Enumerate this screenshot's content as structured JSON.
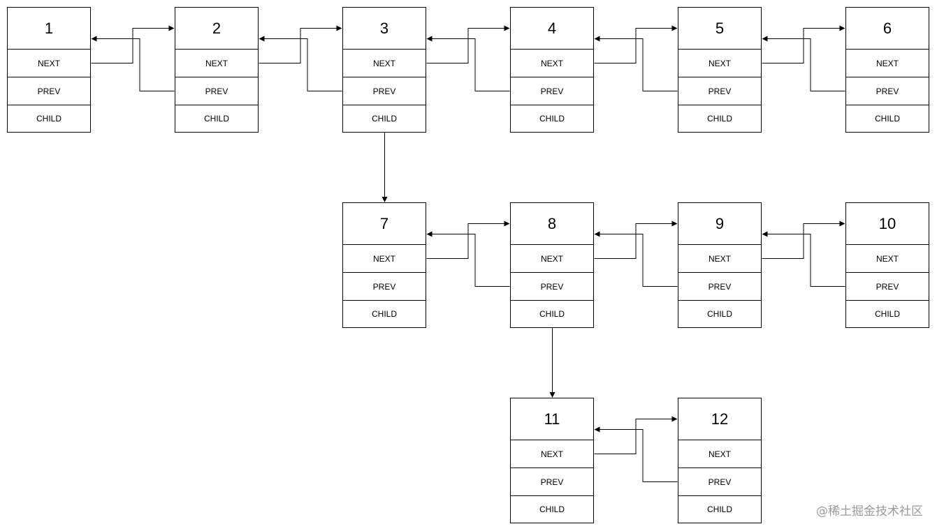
{
  "nodes": [
    {
      "id": "1",
      "fields": [
        "NEXT",
        "PREV",
        "CHILD"
      ]
    },
    {
      "id": "2",
      "fields": [
        "NEXT",
        "PREV",
        "CHILD"
      ]
    },
    {
      "id": "3",
      "fields": [
        "NEXT",
        "PREV",
        "CHILD"
      ]
    },
    {
      "id": "4",
      "fields": [
        "NEXT",
        "PREV",
        "CHILD"
      ]
    },
    {
      "id": "5",
      "fields": [
        "NEXT",
        "PREV",
        "CHILD"
      ]
    },
    {
      "id": "6",
      "fields": [
        "NEXT",
        "PREV",
        "CHILD"
      ]
    },
    {
      "id": "7",
      "fields": [
        "NEXT",
        "PREV",
        "CHILD"
      ]
    },
    {
      "id": "8",
      "fields": [
        "NEXT",
        "PREV",
        "CHILD"
      ]
    },
    {
      "id": "9",
      "fields": [
        "NEXT",
        "PREV",
        "CHILD"
      ]
    },
    {
      "id": "10",
      "fields": [
        "NEXT",
        "PREV",
        "CHILD"
      ]
    },
    {
      "id": "11",
      "fields": [
        "NEXT",
        "PREV",
        "CHILD"
      ]
    },
    {
      "id": "12",
      "fields": [
        "NEXT",
        "PREV",
        "CHILD"
      ]
    }
  ],
  "links": [
    {
      "from": "1",
      "to": "2"
    },
    {
      "from": "2",
      "to": "3"
    },
    {
      "from": "3",
      "to": "4"
    },
    {
      "from": "4",
      "to": "5"
    },
    {
      "from": "5",
      "to": "6"
    },
    {
      "from": "7",
      "to": "8"
    },
    {
      "from": "8",
      "to": "9"
    },
    {
      "from": "9",
      "to": "10"
    },
    {
      "from": "11",
      "to": "12"
    }
  ],
  "children": [
    {
      "parent": "3",
      "child": "7"
    },
    {
      "parent": "8",
      "child": "11"
    }
  ],
  "watermark": "@稀土掘金技术社区"
}
